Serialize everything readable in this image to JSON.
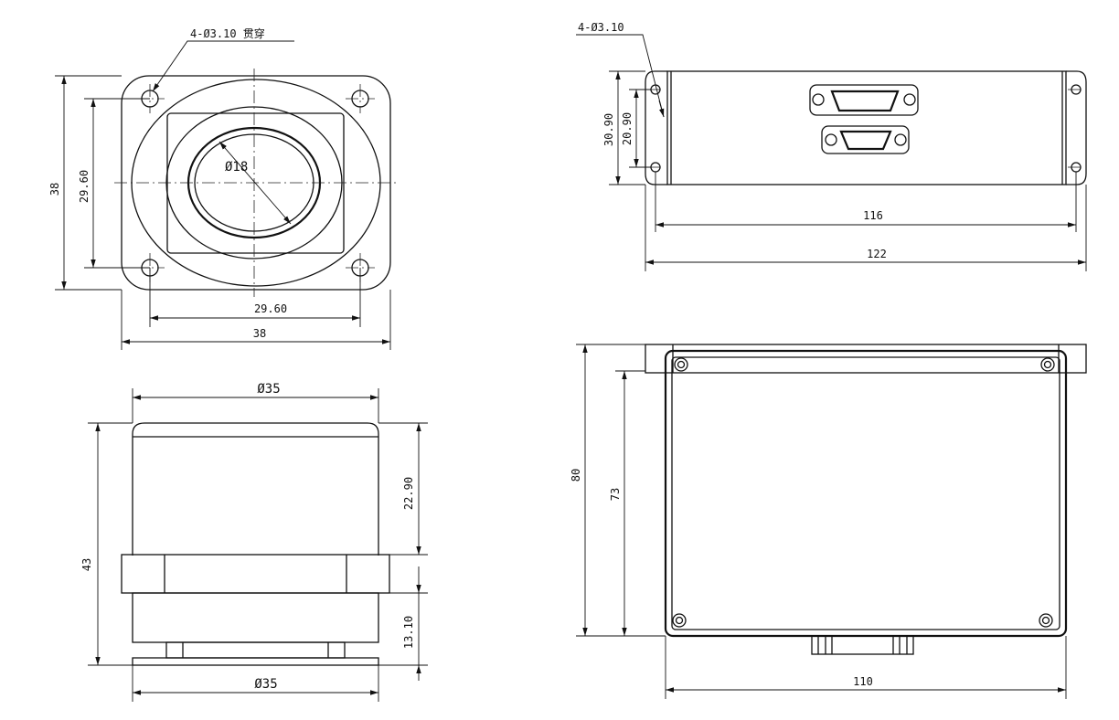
{
  "drawing": {
    "views": {
      "sensor_top": {
        "hole_callout": "4-Ø3.10 贯穿",
        "bore_dia": "Ø18",
        "height_outer": "38",
        "height_pitch": "29.60",
        "width_pitch": "29.60",
        "width_outer": "38"
      },
      "sensor_side": {
        "top_dia": "Ø35",
        "bottom_dia": "Ø35",
        "total_height": "43",
        "upper_height": "22.90",
        "lower_height": "13.10"
      },
      "box_front": {
        "hole_callout": "4-Ø3.10",
        "height_outer": "30.90",
        "height_inner": "20.90",
        "width_inner": "116",
        "width_outer": "122"
      },
      "box_top": {
        "depth_outer": "80",
        "depth_inner": "73",
        "width": "110"
      }
    }
  }
}
